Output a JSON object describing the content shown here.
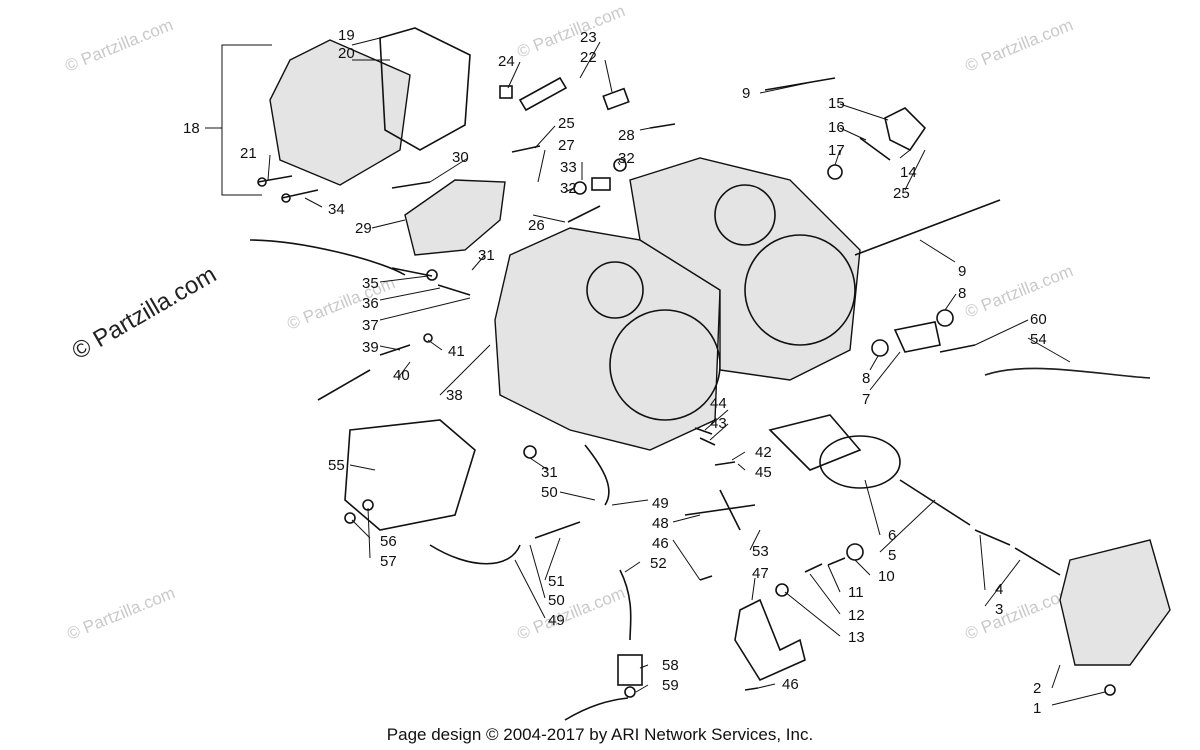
{
  "watermark": "© Partzilla.com",
  "footer": "Page design © 2004-2017 by ARI Network Services, Inc.",
  "callouts": [
    {
      "id": "c19",
      "text": "19"
    },
    {
      "id": "c20",
      "text": "20"
    },
    {
      "id": "c18",
      "text": "18"
    },
    {
      "id": "c21",
      "text": "21"
    },
    {
      "id": "c34",
      "text": "34"
    },
    {
      "id": "c24",
      "text": "24"
    },
    {
      "id": "c23",
      "text": "23"
    },
    {
      "id": "c22",
      "text": "22"
    },
    {
      "id": "c30",
      "text": "30"
    },
    {
      "id": "c29",
      "text": "29"
    },
    {
      "id": "c25a",
      "text": "25"
    },
    {
      "id": "c27",
      "text": "27"
    },
    {
      "id": "c28",
      "text": "28"
    },
    {
      "id": "c33",
      "text": "33"
    },
    {
      "id": "c32a",
      "text": "32"
    },
    {
      "id": "c32b",
      "text": "32"
    },
    {
      "id": "c26",
      "text": "26"
    },
    {
      "id": "c9a",
      "text": "9"
    },
    {
      "id": "c15",
      "text": "15"
    },
    {
      "id": "c16",
      "text": "16"
    },
    {
      "id": "c17",
      "text": "17"
    },
    {
      "id": "c14",
      "text": "14"
    },
    {
      "id": "c25b",
      "text": "25"
    },
    {
      "id": "c31a",
      "text": "31"
    },
    {
      "id": "c35",
      "text": "35"
    },
    {
      "id": "c36",
      "text": "36"
    },
    {
      "id": "c37",
      "text": "37"
    },
    {
      "id": "c39",
      "text": "39"
    },
    {
      "id": "c41",
      "text": "41"
    },
    {
      "id": "c40",
      "text": "40"
    },
    {
      "id": "c38",
      "text": "38"
    },
    {
      "id": "c9b",
      "text": "9"
    },
    {
      "id": "c8a",
      "text": "8"
    },
    {
      "id": "c60",
      "text": "60"
    },
    {
      "id": "c54",
      "text": "54"
    },
    {
      "id": "c8b",
      "text": "8"
    },
    {
      "id": "c7",
      "text": "7"
    },
    {
      "id": "c44",
      "text": "44"
    },
    {
      "id": "c43",
      "text": "43"
    },
    {
      "id": "c42",
      "text": "42"
    },
    {
      "id": "c45",
      "text": "45"
    },
    {
      "id": "c55",
      "text": "55"
    },
    {
      "id": "c31b",
      "text": "31"
    },
    {
      "id": "c50a",
      "text": "50"
    },
    {
      "id": "c49a",
      "text": "49"
    },
    {
      "id": "c48",
      "text": "48"
    },
    {
      "id": "c46a",
      "text": "46"
    },
    {
      "id": "c53",
      "text": "53"
    },
    {
      "id": "c6",
      "text": "6"
    },
    {
      "id": "c5",
      "text": "5"
    },
    {
      "id": "c10",
      "text": "10"
    },
    {
      "id": "c56",
      "text": "56"
    },
    {
      "id": "c57",
      "text": "57"
    },
    {
      "id": "c51",
      "text": "51"
    },
    {
      "id": "c50b",
      "text": "50"
    },
    {
      "id": "c49b",
      "text": "49"
    },
    {
      "id": "c52",
      "text": "52"
    },
    {
      "id": "c47",
      "text": "47"
    },
    {
      "id": "c11",
      "text": "11"
    },
    {
      "id": "c12",
      "text": "12"
    },
    {
      "id": "c13",
      "text": "13"
    },
    {
      "id": "c4",
      "text": "4"
    },
    {
      "id": "c3",
      "text": "3"
    },
    {
      "id": "c58",
      "text": "58"
    },
    {
      "id": "c59",
      "text": "59"
    },
    {
      "id": "c46b",
      "text": "46"
    },
    {
      "id": "c2",
      "text": "2"
    },
    {
      "id": "c1",
      "text": "1"
    }
  ]
}
